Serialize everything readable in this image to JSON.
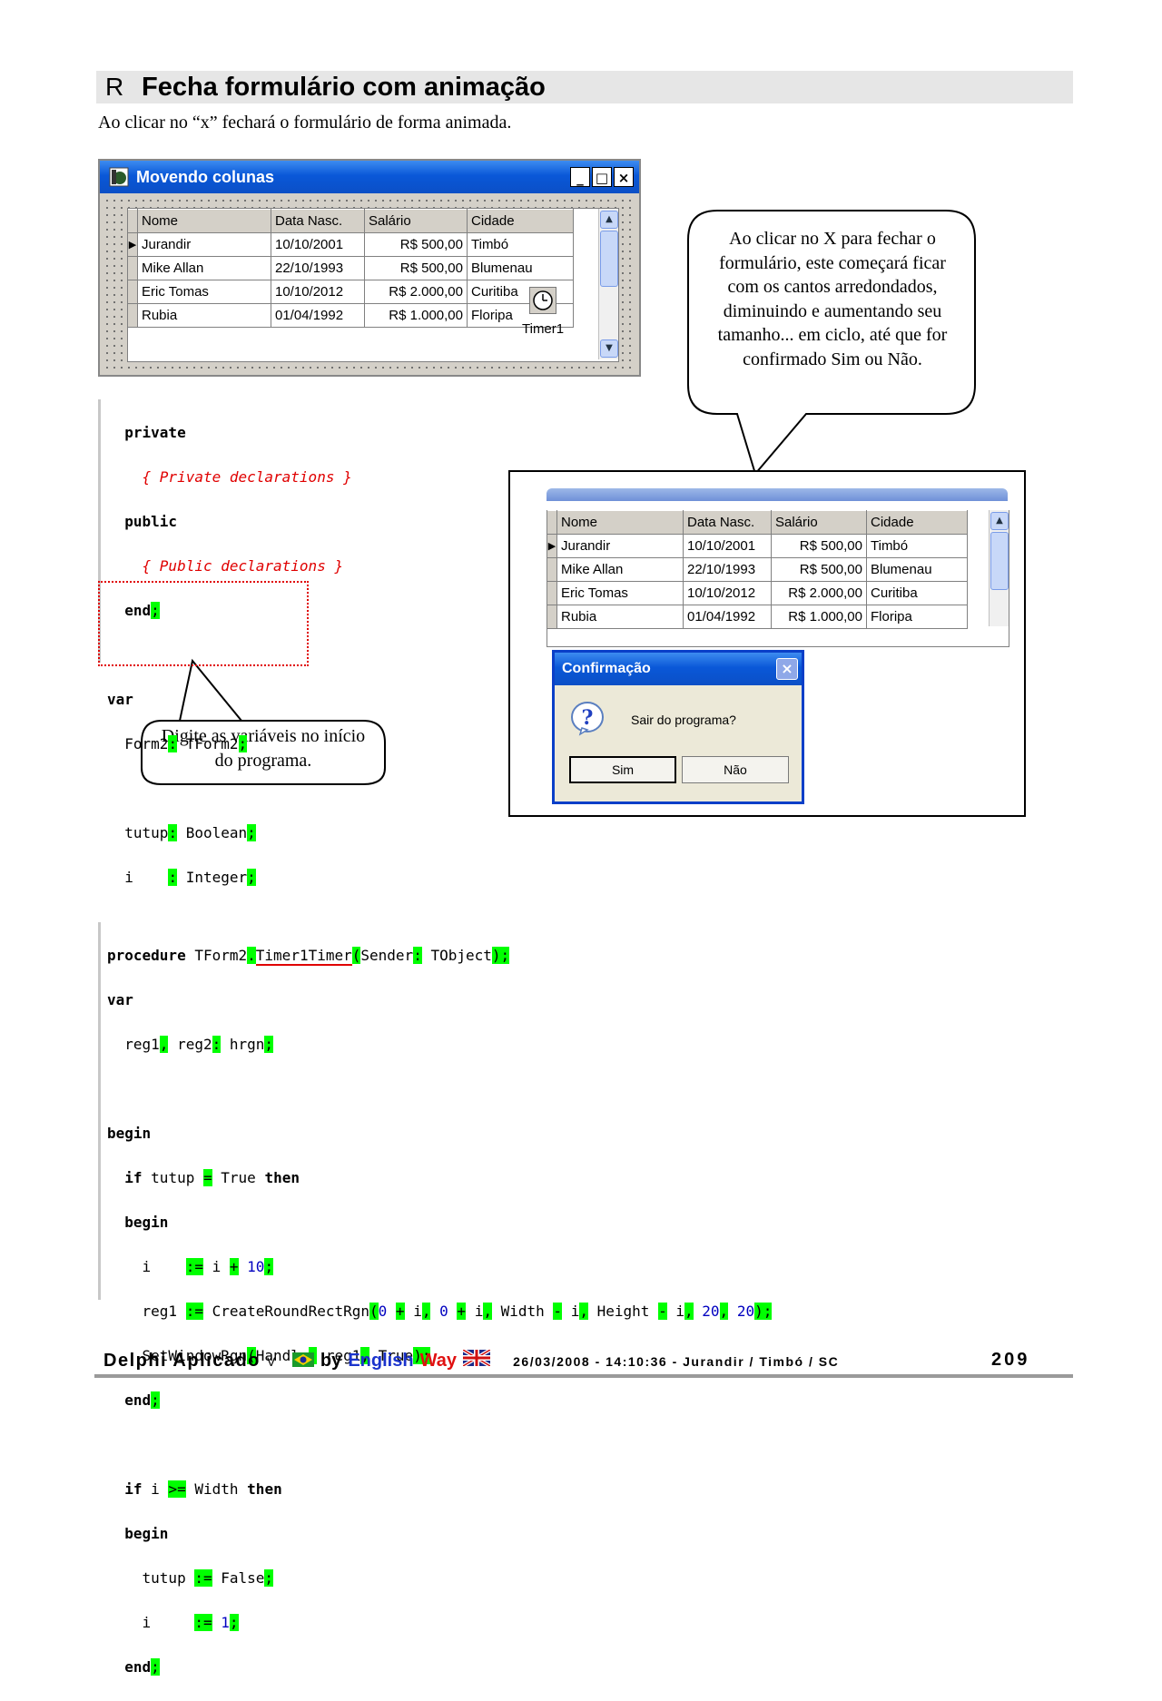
{
  "header": {
    "glyph": "R",
    "title": "Fecha formulário com animação",
    "intro": "Ao clicar no “x” fechará o formulário de forma animada."
  },
  "form_window": {
    "title": "Movendo colunas",
    "buttons": {
      "minimize": "_",
      "maximize": "□",
      "close": "×"
    },
    "timer_label": "Timer1"
  },
  "grid": {
    "columns": [
      "Nome",
      "Data Nasc.",
      "Salário",
      "Cidade"
    ],
    "rows": [
      [
        "Jurandir",
        "10/10/2001",
        "R$ 500,00",
        "Timbó"
      ],
      [
        "Mike Allan",
        "22/10/1993",
        "R$ 500,00",
        "Blumenau"
      ],
      [
        "Eric Tomas",
        "10/10/2012",
        "R$ 2.000,00",
        "Curitiba"
      ],
      [
        "Rubia",
        "01/04/1992",
        "R$ 1.000,00",
        "Floripa"
      ]
    ]
  },
  "callouts": {
    "right": "Ao clicar no X para fechar o formulário, este começará ficar com os cantos arredondados, diminuindo e aumentando seu tamanho... em ciclo, até que for confirmado Sim ou Não.",
    "left": "Digite as variáveis no início do programa."
  },
  "dialog": {
    "title": "Confirmação",
    "message": "Sair do programa?",
    "yes": "Sim",
    "no": "Não",
    "close": "×"
  },
  "code1": {
    "private": "private",
    "private_comment": "{ Private declarations }",
    "public": "public",
    "public_comment": "{ Public declarations }",
    "end": "end",
    "var": "var",
    "form_var": "Form2",
    "form_type": "TForm2",
    "tutup": "tutup",
    "boolean": "Boolean",
    "i": "i",
    "integer": "Integer"
  },
  "code2": {
    "procedure": "procedure",
    "class": "TForm2",
    "method": "Timer1Timer",
    "sender": "Sender",
    "tobject": "TObject",
    "var": "var",
    "reg1": "reg1",
    "reg2": "reg2",
    "hrgn": "hrgn",
    "begin": "begin",
    "if": "if",
    "then": "then",
    "tutup": "tutup",
    "true": "True",
    "false": "False",
    "i": "i",
    "ten": "10",
    "zero": "0",
    "twenty": "20",
    "one": "1",
    "create": "CreateRoundRectRgn",
    "width": "Width",
    "height": "Height",
    "setwin": "SetWindowRgn",
    "handle": "Handle",
    "end": "end"
  },
  "footer": {
    "brand": "Delphi Aplicado",
    "version": "V",
    "by": "by",
    "english": "English",
    "way": "Way",
    "info": "26/03/2008 - 14:10:36 - Jurandir / Timbó / SC",
    "page": "209"
  }
}
